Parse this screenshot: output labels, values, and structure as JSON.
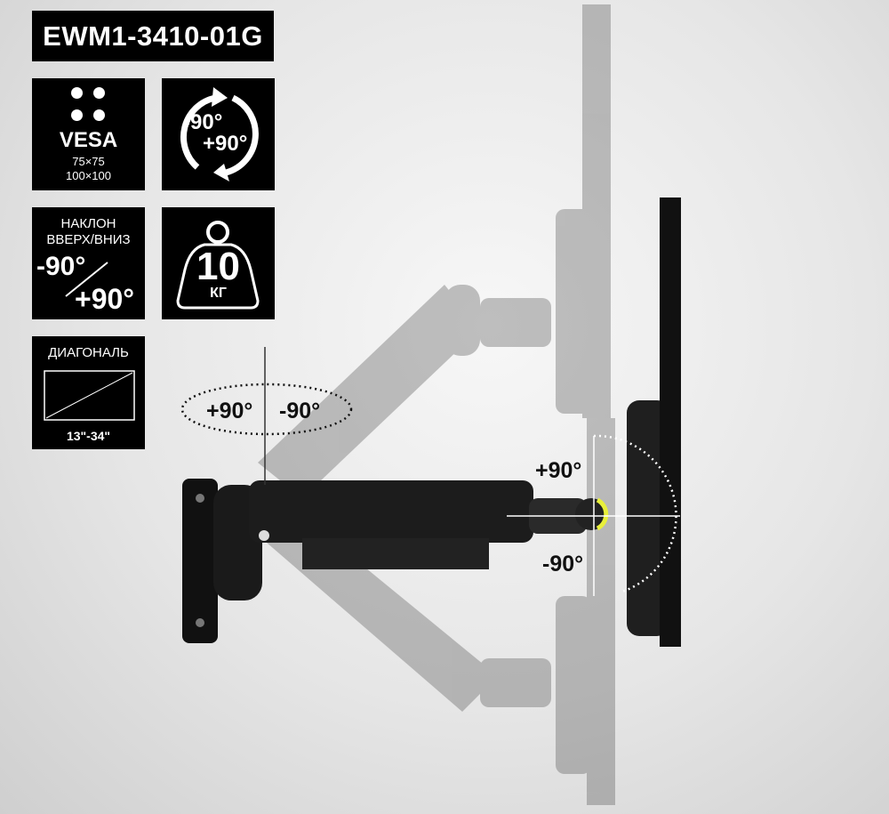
{
  "model": "EWM1-3410-01G",
  "vesa": {
    "title": "VESA",
    "size1": "75×75",
    "size2": "100×100"
  },
  "rotation": {
    "minus": "-90°",
    "plus": "+90°"
  },
  "tilt": {
    "line1": "НАКЛОН",
    "line2": "ВВЕРХ/ВНИЗ",
    "minus": "-90°",
    "plus": "+90°"
  },
  "weight": {
    "value": "10",
    "unit": "КГ"
  },
  "diagonal": {
    "title": "ДИАГОНАЛЬ",
    "range": "13\"-34\""
  },
  "swivel_labels": {
    "plus": "+90°",
    "minus": "-90°"
  },
  "tilt_labels": {
    "plus": "+90°",
    "minus": "-90°"
  },
  "colors": {
    "badge": "#000000",
    "accent": "#e8ef3a"
  }
}
